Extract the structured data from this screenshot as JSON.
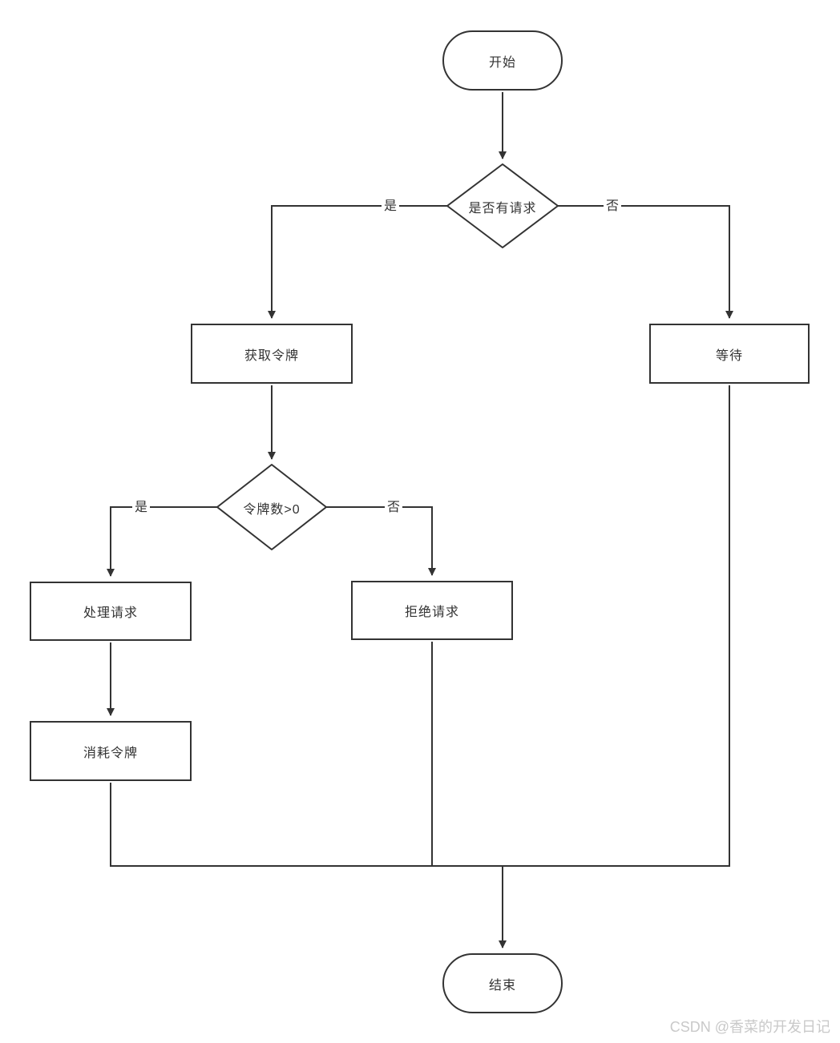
{
  "diagram": {
    "type": "flowchart",
    "nodes": {
      "start": {
        "label": "开始",
        "shape": "terminal"
      },
      "has_request": {
        "label": "是否有请求",
        "shape": "decision"
      },
      "get_token": {
        "label": "获取令牌",
        "shape": "process"
      },
      "wait": {
        "label": "等待",
        "shape": "process"
      },
      "token_gt_zero": {
        "label": "令牌数>0",
        "shape": "decision"
      },
      "process_request": {
        "label": "处理请求",
        "shape": "process"
      },
      "reject_request": {
        "label": "拒绝请求",
        "shape": "process"
      },
      "consume_token": {
        "label": "消耗令牌",
        "shape": "process"
      }
    },
    "end_node": {
      "label": "结束",
      "shape": "terminal"
    },
    "edge_labels": {
      "has_request_yes": "是",
      "has_request_no": "否",
      "token_gt_zero_yes": "是",
      "token_gt_zero_no": "否"
    },
    "colors": {
      "line": "#333333",
      "node_border": "#333333",
      "node_fill": "#ffffff",
      "text": "#333333",
      "watermark": "#c9c9c9"
    }
  },
  "watermark": {
    "text": "CSDN @香菜的开发日记"
  }
}
